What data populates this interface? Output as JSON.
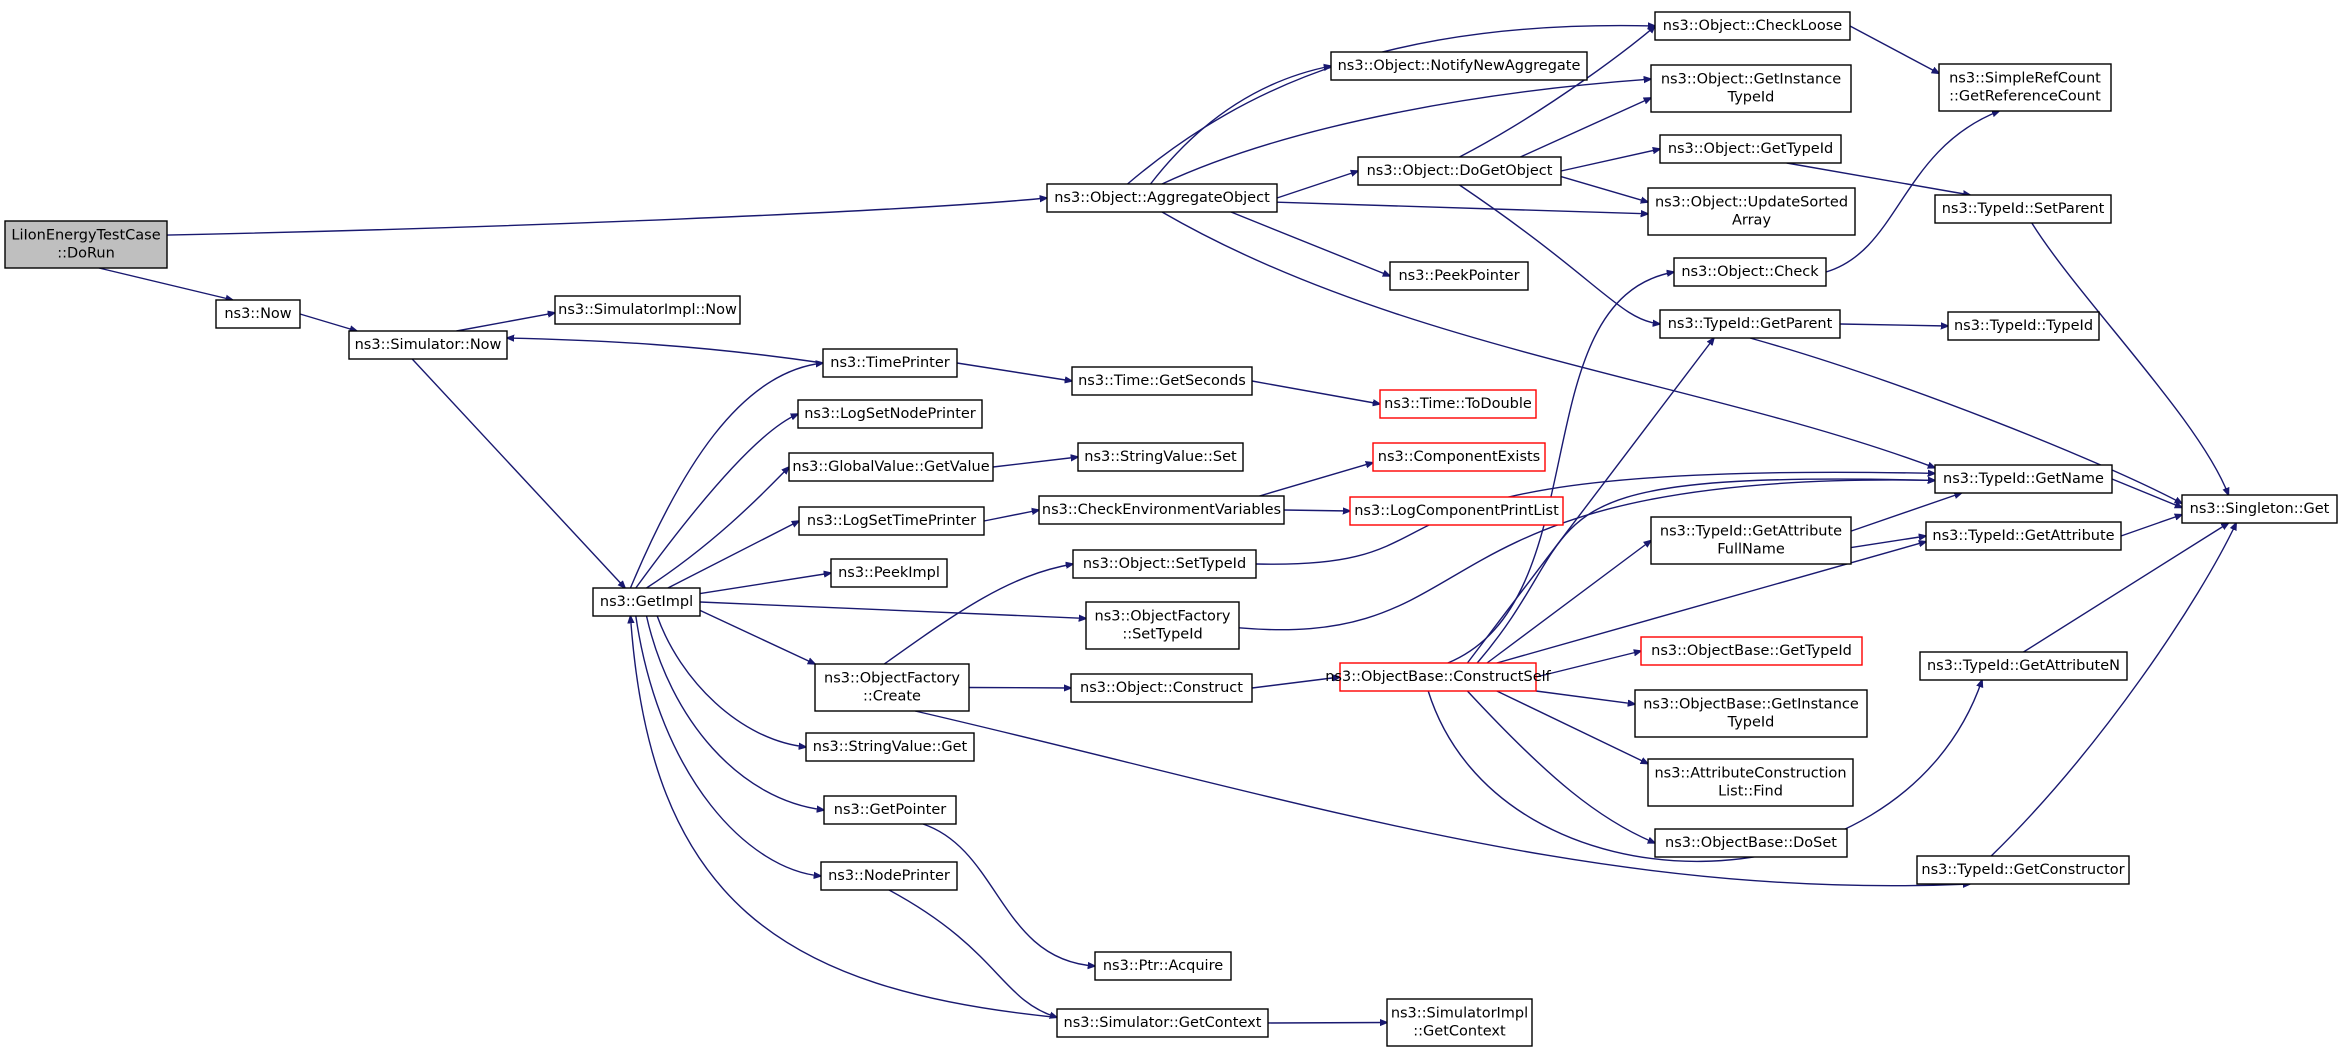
{
  "colors": {
    "edge": "#191970",
    "node_border": "#000000",
    "undocumented_border": "#ff0000",
    "root_fill": "#bfbfbf"
  },
  "nodes": {
    "root": {
      "lines": [
        "LiIonEnergyTestCase",
        "::DoRun"
      ]
    },
    "now": {
      "lines": [
        "ns3::Now"
      ]
    },
    "sim_now": {
      "lines": [
        "ns3::Simulator::Now"
      ]
    },
    "simimpl_now": {
      "lines": [
        "ns3::SimulatorImpl::Now"
      ]
    },
    "getimpl": {
      "lines": [
        "ns3::GetImpl"
      ]
    },
    "timeprinter": {
      "lines": [
        "ns3::TimePrinter"
      ]
    },
    "logsetnodeprinter": {
      "lines": [
        "ns3::LogSetNodePrinter"
      ]
    },
    "gv_getvalue": {
      "lines": [
        "ns3::GlobalValue::GetValue"
      ]
    },
    "logsettimeprinter": {
      "lines": [
        "ns3::LogSetTimePrinter"
      ]
    },
    "peekimpl": {
      "lines": [
        "ns3::PeekImpl"
      ]
    },
    "of_create": {
      "lines": [
        "ns3::ObjectFactory",
        "::Create"
      ]
    },
    "sv_get": {
      "lines": [
        "ns3::StringValue::Get"
      ]
    },
    "getpointer": {
      "lines": [
        "ns3::GetPointer"
      ]
    },
    "nodeprinter": {
      "lines": [
        "ns3::NodePrinter"
      ]
    },
    "time_getseconds": {
      "lines": [
        "ns3::Time::GetSeconds"
      ]
    },
    "time_todouble": {
      "lines": [
        "ns3::Time::ToDouble"
      ]
    },
    "sv_set": {
      "lines": [
        "ns3::StringValue::Set"
      ]
    },
    "checkenv": {
      "lines": [
        "ns3::CheckEnvironmentVariables"
      ]
    },
    "compexists": {
      "lines": [
        "ns3::ComponentExists"
      ]
    },
    "logcomplist": {
      "lines": [
        "ns3::LogComponentPrintList"
      ]
    },
    "obj_settypeid": {
      "lines": [
        "ns3::Object::SetTypeId"
      ]
    },
    "of_settypeid": {
      "lines": [
        "ns3::ObjectFactory",
        "::SetTypeId"
      ]
    },
    "obj_construct": {
      "lines": [
        "ns3::Object::Construct"
      ]
    },
    "ptr_acquire": {
      "lines": [
        "ns3::Ptr::Acquire"
      ]
    },
    "sim_getcontext": {
      "lines": [
        "ns3::Simulator::GetContext"
      ]
    },
    "simimpl_getcontext": {
      "lines": [
        "ns3::SimulatorImpl",
        "::GetContext"
      ]
    },
    "aggregate": {
      "lines": [
        "ns3::Object::AggregateObject"
      ]
    },
    "notifynew": {
      "lines": [
        "ns3::Object::NotifyNewAggregate"
      ]
    },
    "dogetobject": {
      "lines": [
        "ns3::Object::DoGetObject"
      ]
    },
    "peekpointer": {
      "lines": [
        "ns3::PeekPointer"
      ]
    },
    "checkloose": {
      "lines": [
        "ns3::Object::CheckLoose"
      ]
    },
    "getinstancetypeid": {
      "lines": [
        "ns3::Object::GetInstance",
        "TypeId"
      ]
    },
    "obj_gettypeid": {
      "lines": [
        "ns3::Object::GetTypeId"
      ]
    },
    "updatesorted": {
      "lines": [
        "ns3::Object::UpdateSorted",
        "Array"
      ]
    },
    "obj_check": {
      "lines": [
        "ns3::Object::Check"
      ]
    },
    "tid_getparent": {
      "lines": [
        "ns3::TypeId::GetParent"
      ]
    },
    "simplerefcount": {
      "lines": [
        "ns3::SimpleRefCount",
        "::GetReferenceCount"
      ]
    },
    "tid_setparent": {
      "lines": [
        "ns3::TypeId::SetParent"
      ]
    },
    "tid_typeid": {
      "lines": [
        "ns3::TypeId::TypeId"
      ]
    },
    "tid_getname": {
      "lines": [
        "ns3::TypeId::GetName"
      ]
    },
    "tid_getattrfullname": {
      "lines": [
        "ns3::TypeId::GetAttribute",
        "FullName"
      ]
    },
    "tid_getattribute": {
      "lines": [
        "ns3::TypeId::GetAttribute"
      ]
    },
    "singleton_get": {
      "lines": [
        "ns3::Singleton::Get"
      ]
    },
    "constructself": {
      "lines": [
        "ns3::ObjectBase::ConstructSelf"
      ]
    },
    "ob_gettypeid": {
      "lines": [
        "ns3::ObjectBase::GetTypeId"
      ]
    },
    "ob_getinstancetypeid": {
      "lines": [
        "ns3::ObjectBase::GetInstance",
        "TypeId"
      ]
    },
    "acl_find": {
      "lines": [
        "ns3::AttributeConstruction",
        "List::Find"
      ]
    },
    "ob_doset": {
      "lines": [
        "ns3::ObjectBase::DoSet"
      ]
    },
    "tid_getattributen": {
      "lines": [
        "ns3::TypeId::GetAttributeN"
      ]
    },
    "tid_getconstructor": {
      "lines": [
        "ns3::TypeId::GetConstructor"
      ]
    }
  }
}
